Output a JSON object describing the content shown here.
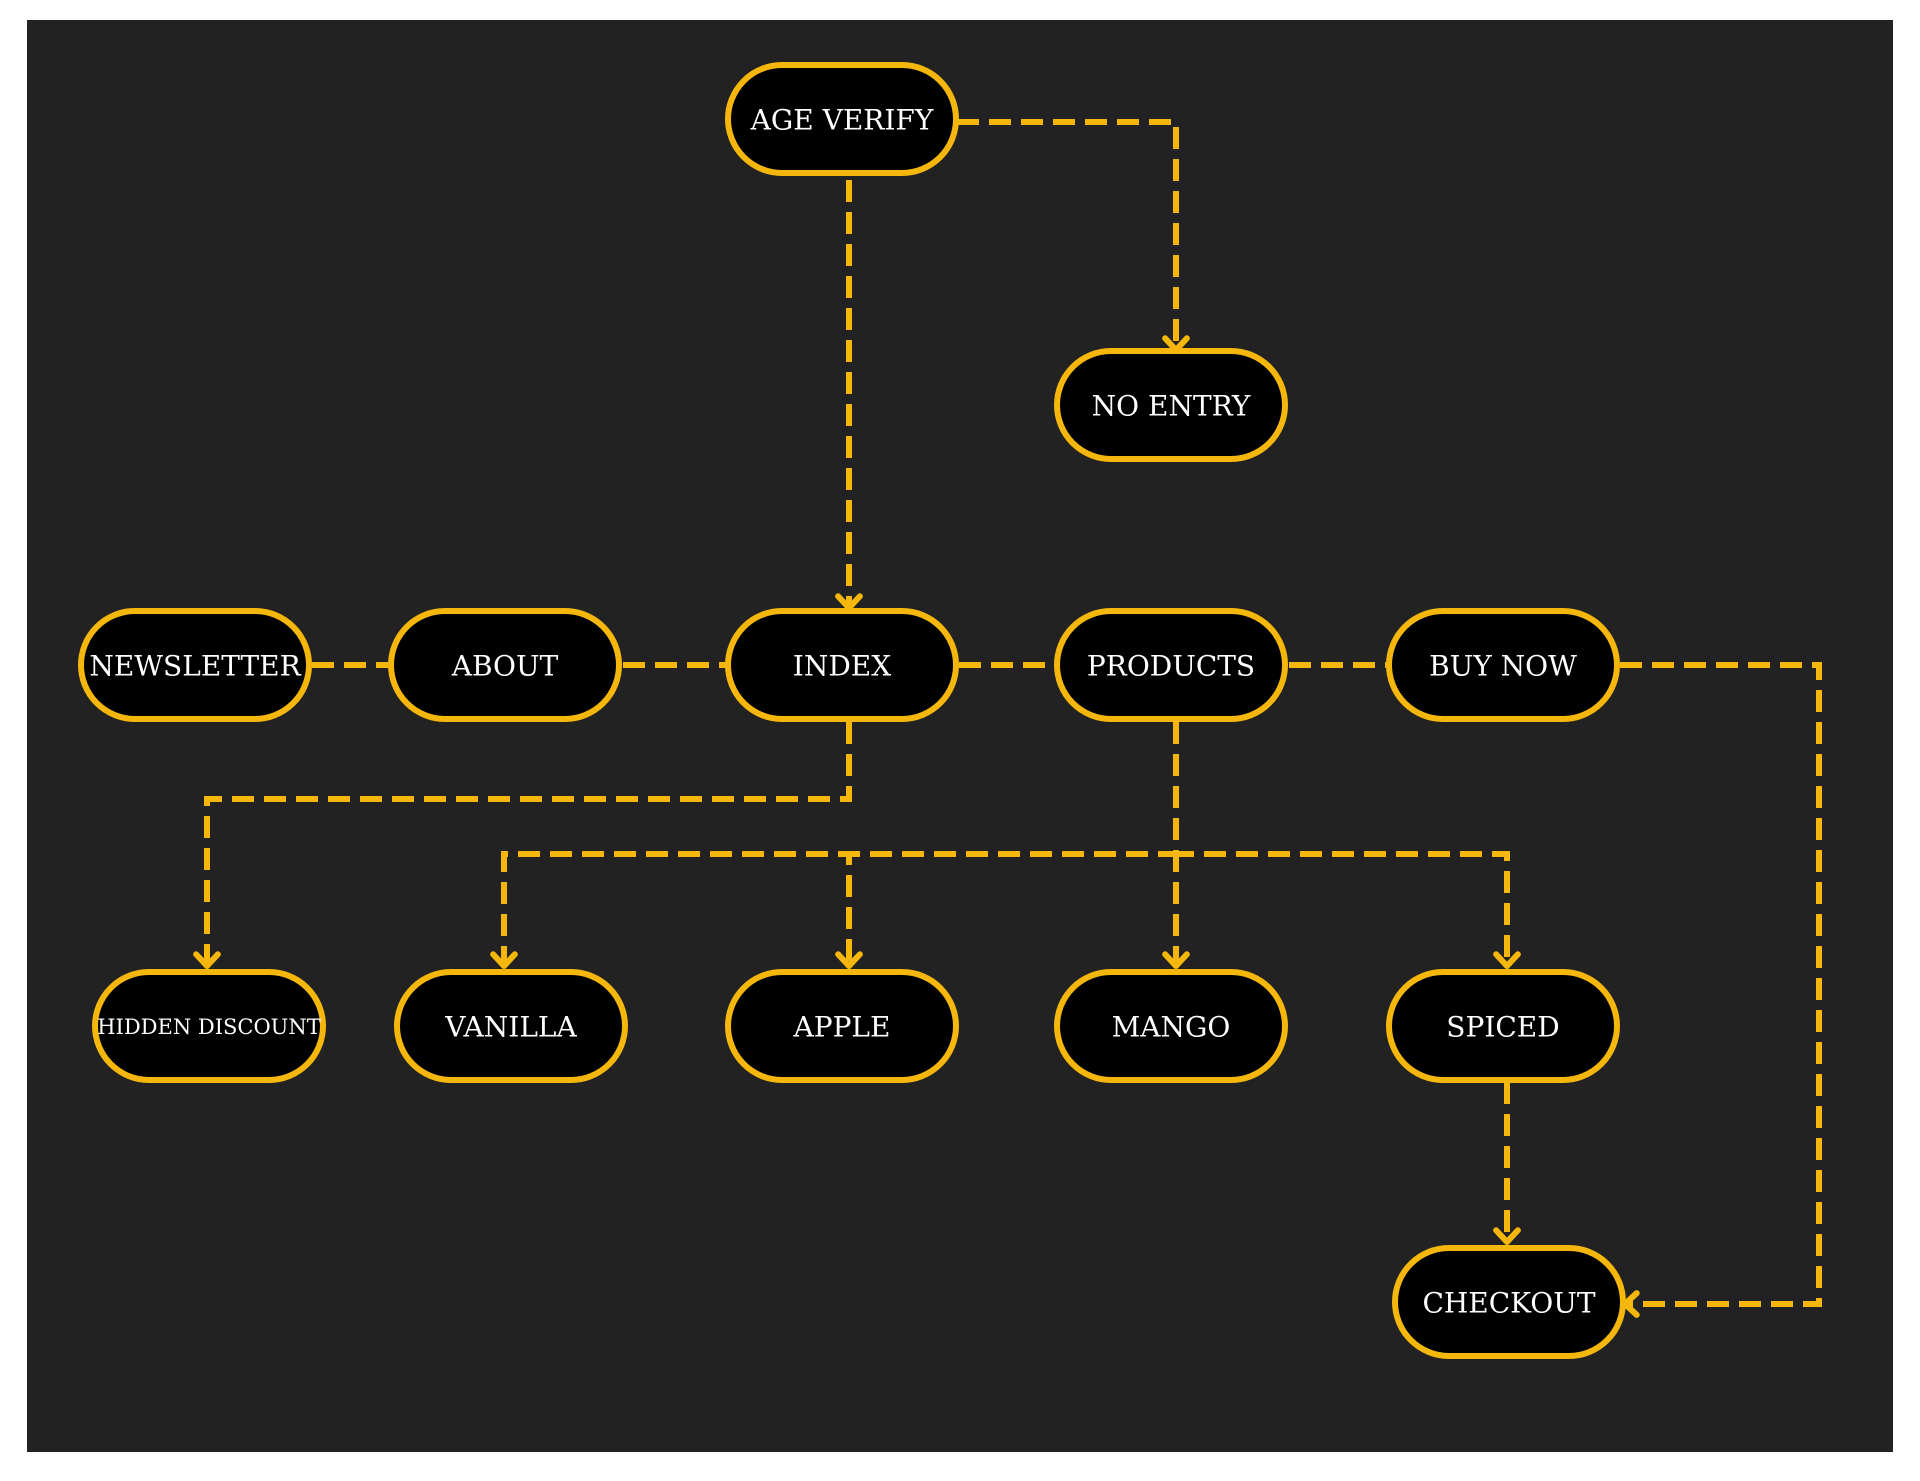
{
  "diagram": {
    "colors": {
      "background": "#222222",
      "node_fill": "#000000",
      "accent": "#f5b70c",
      "text": "#ffffff"
    },
    "nodes": [
      {
        "id": "age-verify",
        "label": "AGE VERIFY"
      },
      {
        "id": "no-entry",
        "label": "NO ENTRY"
      },
      {
        "id": "newsletter",
        "label": "NEWSLETTER"
      },
      {
        "id": "about",
        "label": "ABOUT"
      },
      {
        "id": "index",
        "label": "INDEX"
      },
      {
        "id": "products",
        "label": "PRODUCTS"
      },
      {
        "id": "buy-now",
        "label": "BUY NOW"
      },
      {
        "id": "hidden-discount",
        "label": "HIDDEN DISCOUNT"
      },
      {
        "id": "vanilla",
        "label": "VANILLA"
      },
      {
        "id": "apple",
        "label": "APPLE"
      },
      {
        "id": "mango",
        "label": "MANGO"
      },
      {
        "id": "spiced",
        "label": "SPICED"
      },
      {
        "id": "checkout",
        "label": "CHECKOUT"
      }
    ],
    "edges": [
      {
        "from": "age-verify",
        "to": "no-entry",
        "arrow": true
      },
      {
        "from": "age-verify",
        "to": "index",
        "arrow": true
      },
      {
        "from": "newsletter",
        "to": "about",
        "arrow": false
      },
      {
        "from": "about",
        "to": "index",
        "arrow": false
      },
      {
        "from": "index",
        "to": "products",
        "arrow": false
      },
      {
        "from": "products",
        "to": "buy-now",
        "arrow": false
      },
      {
        "from": "buy-now",
        "to": "checkout",
        "arrow": true
      },
      {
        "from": "index",
        "to": "hidden-discount",
        "arrow": true
      },
      {
        "from": "products",
        "to": "vanilla",
        "arrow": true
      },
      {
        "from": "products",
        "to": "apple",
        "arrow": true
      },
      {
        "from": "products",
        "to": "mango",
        "arrow": true
      },
      {
        "from": "products",
        "to": "spiced",
        "arrow": true
      },
      {
        "from": "spiced",
        "to": "checkout",
        "arrow": true
      }
    ]
  }
}
